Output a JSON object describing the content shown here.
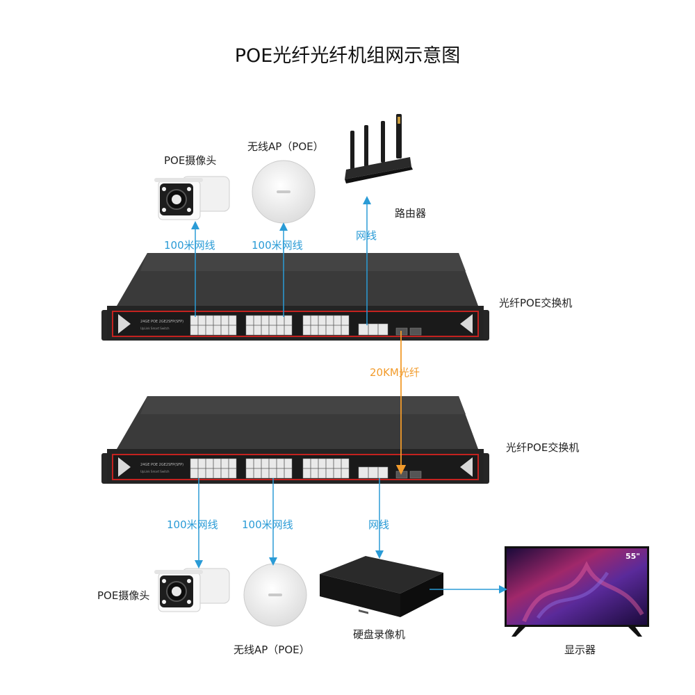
{
  "title": "POE光纤光纤机组网示意图",
  "top": {
    "camera_label": "POE摄像头",
    "ap_label": "无线AP（POE）",
    "router_label": "路由器",
    "cable_camera": "100米网线",
    "cable_ap": "100米网线",
    "cable_router": "网线",
    "switch_label": "光纤POE交换机"
  },
  "fiber_label": "20KM光纤",
  "bottom": {
    "switch_label": "光纤POE交换机",
    "cable_camera": "100米网线",
    "cable_ap": "100米网线",
    "cable_nvr": "网线",
    "camera_label": "POE摄像头",
    "ap_label": "无线AP（POE）",
    "nvr_label": "硬盘录像机",
    "monitor_label": "显示器",
    "tv_size": "55\""
  },
  "switch_text": {
    "model": "24GE POE 2GE2SFP(SFP)",
    "sub": "UpLink Smart Switch"
  },
  "colors": {
    "copper": "#2a9bd6",
    "fiber": "#f29b2b",
    "switch_body": "#2b2b2b",
    "switch_trim": "#c4221f"
  }
}
